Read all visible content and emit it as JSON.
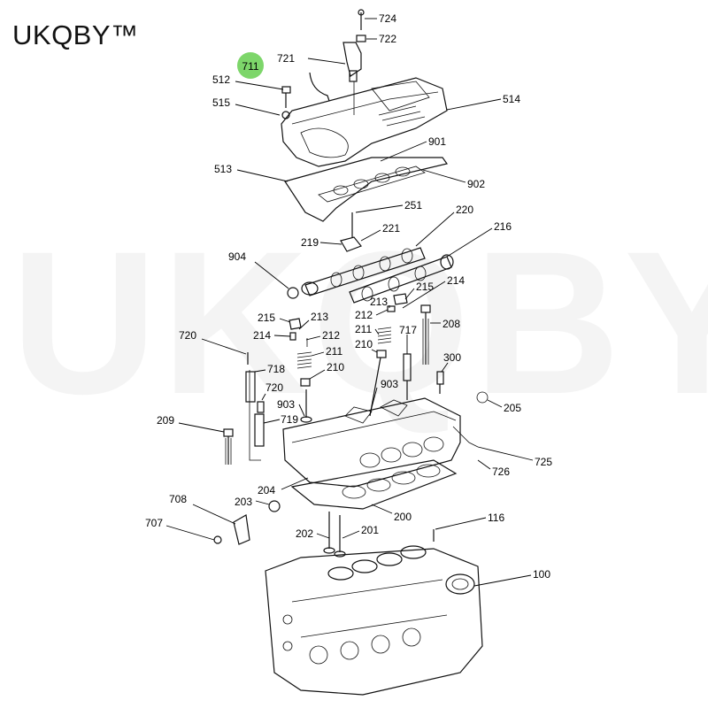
{
  "brand": {
    "name": "UKQBY™"
  },
  "watermark": {
    "text": "UKQBY™"
  },
  "highlight": {
    "label": "711",
    "color": "#7dd66a"
  },
  "callouts": [
    {
      "id": "724",
      "label": "724"
    },
    {
      "id": "722",
      "label": "722"
    },
    {
      "id": "721",
      "label": "721"
    },
    {
      "id": "512",
      "label": "512"
    },
    {
      "id": "515",
      "label": "515"
    },
    {
      "id": "514",
      "label": "514"
    },
    {
      "id": "901",
      "label": "901"
    },
    {
      "id": "902",
      "label": "902"
    },
    {
      "id": "513",
      "label": "513"
    },
    {
      "id": "251",
      "label": "251"
    },
    {
      "id": "220",
      "label": "220"
    },
    {
      "id": "219",
      "label": "219"
    },
    {
      "id": "221",
      "label": "221"
    },
    {
      "id": "216",
      "label": "216"
    },
    {
      "id": "904",
      "label": "904"
    },
    {
      "id": "214r",
      "label": "214"
    },
    {
      "id": "215r",
      "label": "215"
    },
    {
      "id": "213r",
      "label": "213"
    },
    {
      "id": "212r",
      "label": "212"
    },
    {
      "id": "211r",
      "label": "211"
    },
    {
      "id": "210r",
      "label": "210"
    },
    {
      "id": "717",
      "label": "717"
    },
    {
      "id": "208",
      "label": "208"
    },
    {
      "id": "215l",
      "label": "215"
    },
    {
      "id": "213l",
      "label": "213"
    },
    {
      "id": "214l",
      "label": "214"
    },
    {
      "id": "212l",
      "label": "212"
    },
    {
      "id": "720a",
      "label": "720"
    },
    {
      "id": "211l",
      "label": "211"
    },
    {
      "id": "718",
      "label": "718"
    },
    {
      "id": "210l",
      "label": "210"
    },
    {
      "id": "300",
      "label": "300"
    },
    {
      "id": "720b",
      "label": "720"
    },
    {
      "id": "903r",
      "label": "903"
    },
    {
      "id": "903l",
      "label": "903"
    },
    {
      "id": "719",
      "label": "719"
    },
    {
      "id": "205",
      "label": "205"
    },
    {
      "id": "209",
      "label": "209"
    },
    {
      "id": "725",
      "label": "725"
    },
    {
      "id": "726",
      "label": "726"
    },
    {
      "id": "204",
      "label": "204"
    },
    {
      "id": "708",
      "label": "708"
    },
    {
      "id": "203",
      "label": "203"
    },
    {
      "id": "200",
      "label": "200"
    },
    {
      "id": "116",
      "label": "116"
    },
    {
      "id": "707",
      "label": "707"
    },
    {
      "id": "202",
      "label": "202"
    },
    {
      "id": "201",
      "label": "201"
    },
    {
      "id": "100",
      "label": "100"
    }
  ]
}
